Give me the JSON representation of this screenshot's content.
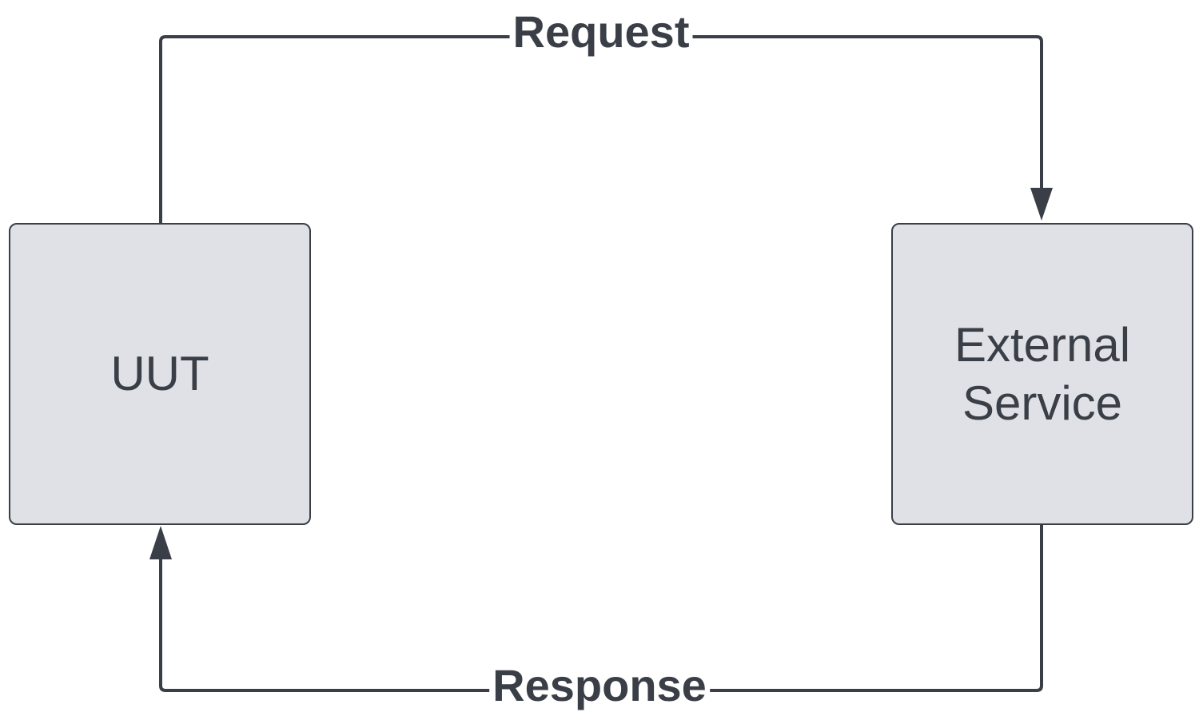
{
  "nodes": {
    "uut": {
      "label": "UUT"
    },
    "external_service": {
      "label_line1": "External",
      "label_line2": "Service"
    }
  },
  "edges": {
    "request": {
      "label": "Request",
      "from": "UUT",
      "to": "External Service"
    },
    "response": {
      "label": "Response",
      "from": "External Service",
      "to": "UUT"
    }
  },
  "colors": {
    "stroke": "#3a3f47",
    "box_fill": "#dfe1e6",
    "background": "#ffffff"
  }
}
